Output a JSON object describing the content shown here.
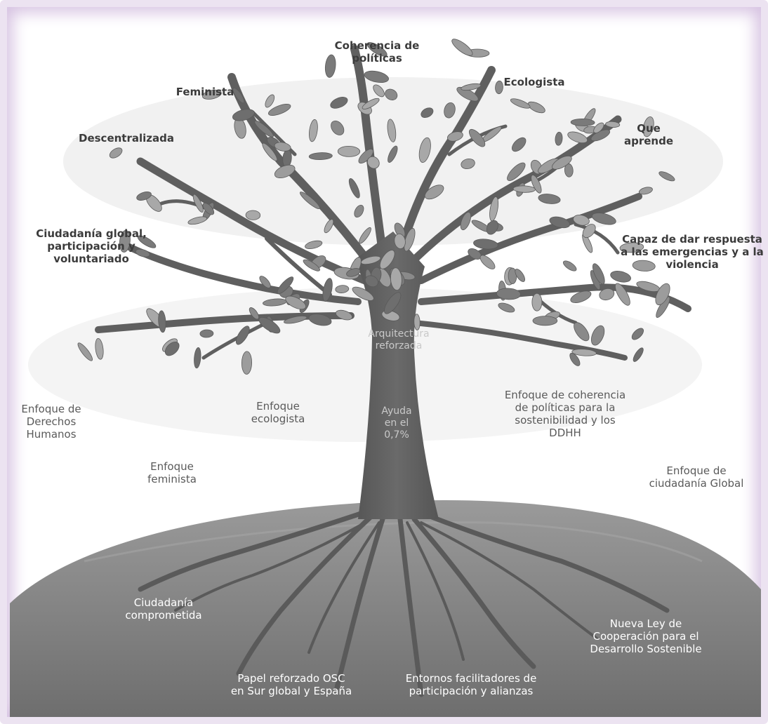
{
  "crown_labels": {
    "coherencia": "Coherencia de\npolíticas",
    "feminista": "Feminista",
    "ecologista": "Ecologista",
    "descentralizada": "Descentralizada",
    "que_aprende": "Que\naprende",
    "ciudadania_global": "Ciudadanía global,\nparticipación y\nvoluntariado",
    "capaz": "Capaz de dar respuesta\na las emergencias y a la\nviolencia"
  },
  "trunk_labels": {
    "arquitectura": "Arquitectura\nreforzada",
    "ayuda": "Ayuda\nen el\n0,7%"
  },
  "approach_labels": {
    "ddhh": "Enfoque de\nDerechos\nHumanos",
    "ecologista": "Enfoque\necologista",
    "feminista": "Enfoque\nfeminista",
    "coherencia": "Enfoque de coherencia\nde políticas para la\nsostenibilidad y los\nDDHH",
    "ciudadania": "Enfoque de\nciudadanía Global"
  },
  "root_labels": {
    "comprometida": "Ciudadanía\ncomprometida",
    "ley": "Nueva Ley de\nCooperación para el\nDesarrollo Sostenible",
    "osc": "Papel reforzado OSC\nen Sur global y España",
    "entornos": "Entornos facilitadores de\nparticipación y alianzas"
  },
  "colors": {
    "tree": "#5f5f5f",
    "leaf": "#8c8c8c",
    "ground": "#7e7e7e",
    "frame": "#d7c3e2"
  }
}
